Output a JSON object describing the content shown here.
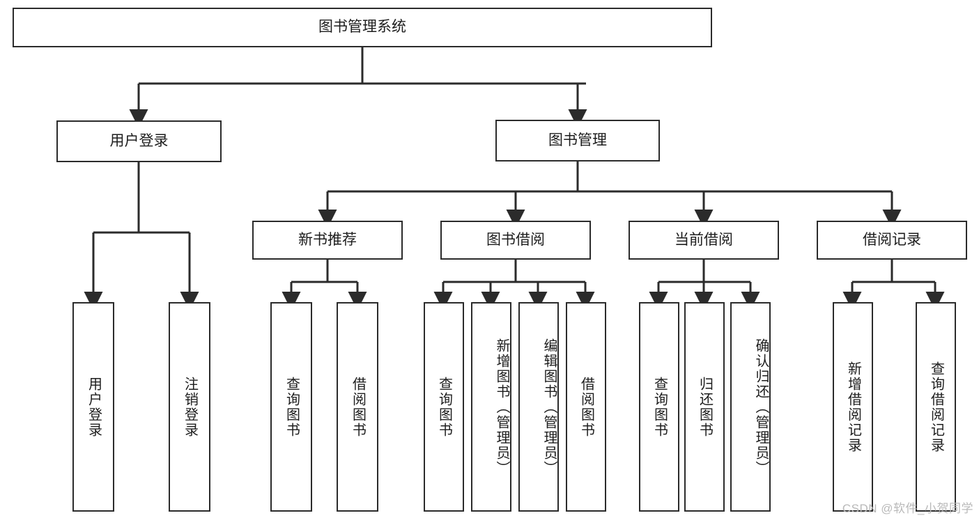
{
  "diagram": {
    "title": "图书管理系统",
    "type": "tree-hierarchy",
    "root": {
      "label": "图书管理系统"
    },
    "level1": [
      {
        "label": "用户登录"
      },
      {
        "label": "图书管理"
      }
    ],
    "level2": [
      {
        "label": "新书推荐"
      },
      {
        "label": "图书借阅"
      },
      {
        "label": "当前借阅"
      },
      {
        "label": "借阅记录"
      }
    ],
    "leaves": {
      "user_login": [
        {
          "label": "用户登录"
        },
        {
          "label": "注销登录"
        }
      ],
      "new_book_recommend": [
        {
          "label": "查询图书"
        },
        {
          "label": "借阅图书"
        }
      ],
      "book_borrow": [
        {
          "label": "查询图书"
        },
        {
          "label": "新增图书（管理员）"
        },
        {
          "label": "编辑图书（管理员）"
        },
        {
          "label": "借阅图书"
        }
      ],
      "current_borrow": [
        {
          "label": "查询图书"
        },
        {
          "label": "归还图书"
        },
        {
          "label": "确认归还（管理员）"
        }
      ],
      "borrow_record": [
        {
          "label": "新增借阅记录"
        },
        {
          "label": "查询借阅记录"
        }
      ]
    }
  },
  "watermark": {
    "text": "CSDN @软件_小贺同学"
  },
  "colors": {
    "stroke": "#2b2b2b",
    "background": "#ffffff",
    "text": "#1d1d1d",
    "watermark": "#b9b9b9"
  }
}
